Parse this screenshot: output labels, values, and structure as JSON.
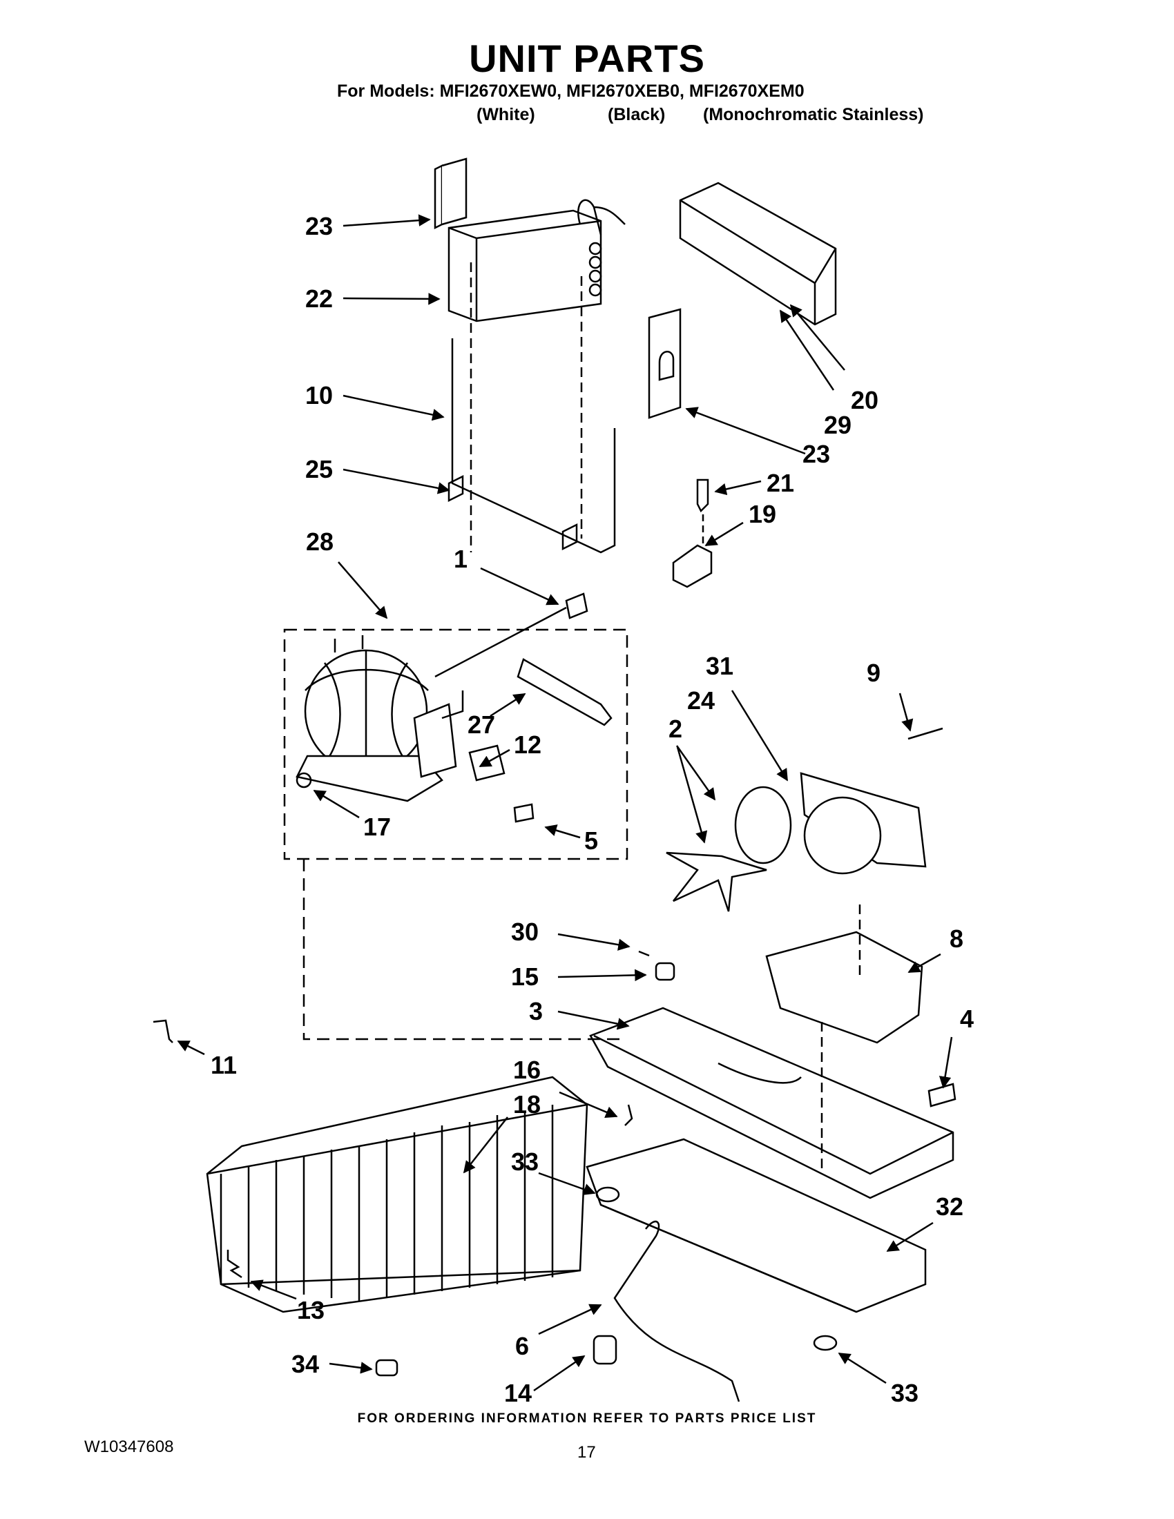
{
  "header": {
    "title": "UNIT PARTS",
    "models_line": "For Models: MFI2670XEW0, MFI2670XEB0, MFI2670XEM0",
    "variants": [
      "(White)",
      "(Black)",
      "(Monochromatic Stainless)"
    ]
  },
  "callouts": {
    "c1": "1",
    "c2": "2",
    "c3": "3",
    "c4": "4",
    "c5": "5",
    "c6": "6",
    "c8": "8",
    "c9": "9",
    "c10": "10",
    "c11": "11",
    "c12": "12",
    "c13": "13",
    "c14": "14",
    "c15": "15",
    "c16": "16",
    "c17": "17",
    "c18": "18",
    "c19": "19",
    "c20": "20",
    "c21": "21",
    "c22": "22",
    "c23a": "23",
    "c23b": "23",
    "c24": "24",
    "c25": "25",
    "c27": "27",
    "c28": "28",
    "c29": "29",
    "c30": "30",
    "c31": "31",
    "c32": "32",
    "c33a": "33",
    "c33b": "33",
    "c34": "34"
  },
  "footer": {
    "ordering_note": "FOR ORDERING INFORMATION REFER TO PARTS PRICE LIST",
    "document_number": "W10347608",
    "page_number": "17"
  }
}
